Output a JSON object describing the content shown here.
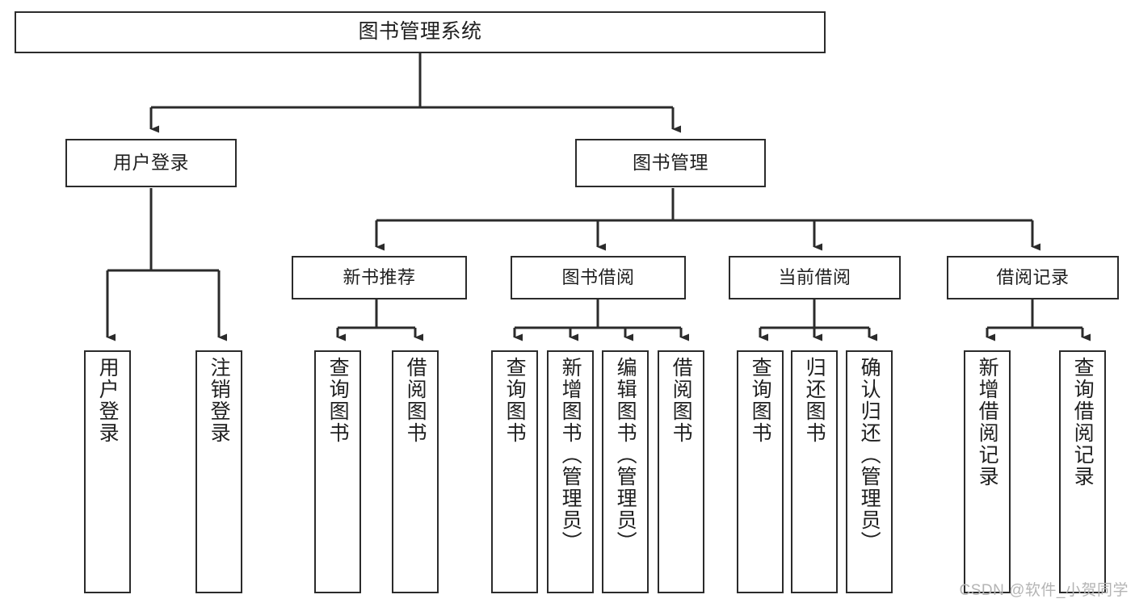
{
  "diagram": {
    "type": "tree-hierarchy",
    "title": "图书管理系统",
    "watermark": "CSDN @软件_小贺同学",
    "colors": {
      "box_border": "#2b2b2b",
      "box_fill": "#ffffff",
      "connector": "#2b2b2b",
      "text": "#1f1f1f",
      "watermark": "#b4b4b4",
      "background": "#ffffff"
    },
    "nodes": {
      "root": {
        "label": "图书管理系统",
        "level": 0
      },
      "user_login": {
        "label": "用户登录",
        "level": 1
      },
      "book_manage": {
        "label": "图书管理",
        "level": 1
      },
      "new_book_rec": {
        "label": "新书推荐",
        "level": 2
      },
      "book_borrow": {
        "label": "图书借阅",
        "level": 2
      },
      "current_borrow": {
        "label": "当前借阅",
        "level": 2
      },
      "borrow_record": {
        "label": "借阅记录",
        "level": 2
      },
      "leaf_user_login": {
        "label": "用户登录",
        "level": 3
      },
      "leaf_logout": {
        "label": "注销登录",
        "level": 3
      },
      "leaf_query_book_1": {
        "label": "查询图书",
        "level": 3
      },
      "leaf_borrow_book_1": {
        "label": "借阅图书",
        "level": 3
      },
      "leaf_query_book_2": {
        "label": "查询图书",
        "level": 3
      },
      "leaf_add_book": {
        "label": "新增图书（管理员）",
        "level": 3
      },
      "leaf_edit_book": {
        "label": "编辑图书（管理员）",
        "level": 3
      },
      "leaf_borrow_book_2": {
        "label": "借阅图书",
        "level": 3
      },
      "leaf_query_book_3": {
        "label": "查询图书",
        "level": 3
      },
      "leaf_return_book": {
        "label": "归还图书",
        "level": 3
      },
      "leaf_confirm_return": {
        "label": "确认归还（管理员）",
        "level": 3
      },
      "leaf_add_record": {
        "label": "新增借阅记录",
        "level": 3
      },
      "leaf_query_record": {
        "label": "查询借阅记录",
        "level": 3
      }
    },
    "edges": [
      {
        "from": "root",
        "to": "user_login"
      },
      {
        "from": "root",
        "to": "book_manage"
      },
      {
        "from": "user_login",
        "to": "leaf_user_login"
      },
      {
        "from": "user_login",
        "to": "leaf_logout"
      },
      {
        "from": "book_manage",
        "to": "new_book_rec"
      },
      {
        "from": "book_manage",
        "to": "book_borrow"
      },
      {
        "from": "book_manage",
        "to": "current_borrow"
      },
      {
        "from": "book_manage",
        "to": "borrow_record"
      },
      {
        "from": "new_book_rec",
        "to": "leaf_query_book_1"
      },
      {
        "from": "new_book_rec",
        "to": "leaf_borrow_book_1"
      },
      {
        "from": "book_borrow",
        "to": "leaf_query_book_2"
      },
      {
        "from": "book_borrow",
        "to": "leaf_add_book"
      },
      {
        "from": "book_borrow",
        "to": "leaf_edit_book"
      },
      {
        "from": "book_borrow",
        "to": "leaf_borrow_book_2"
      },
      {
        "from": "current_borrow",
        "to": "leaf_query_book_3"
      },
      {
        "from": "current_borrow",
        "to": "leaf_return_book"
      },
      {
        "from": "current_borrow",
        "to": "leaf_confirm_return"
      },
      {
        "from": "borrow_record",
        "to": "leaf_add_record"
      },
      {
        "from": "borrow_record",
        "to": "leaf_query_record"
      }
    ]
  }
}
